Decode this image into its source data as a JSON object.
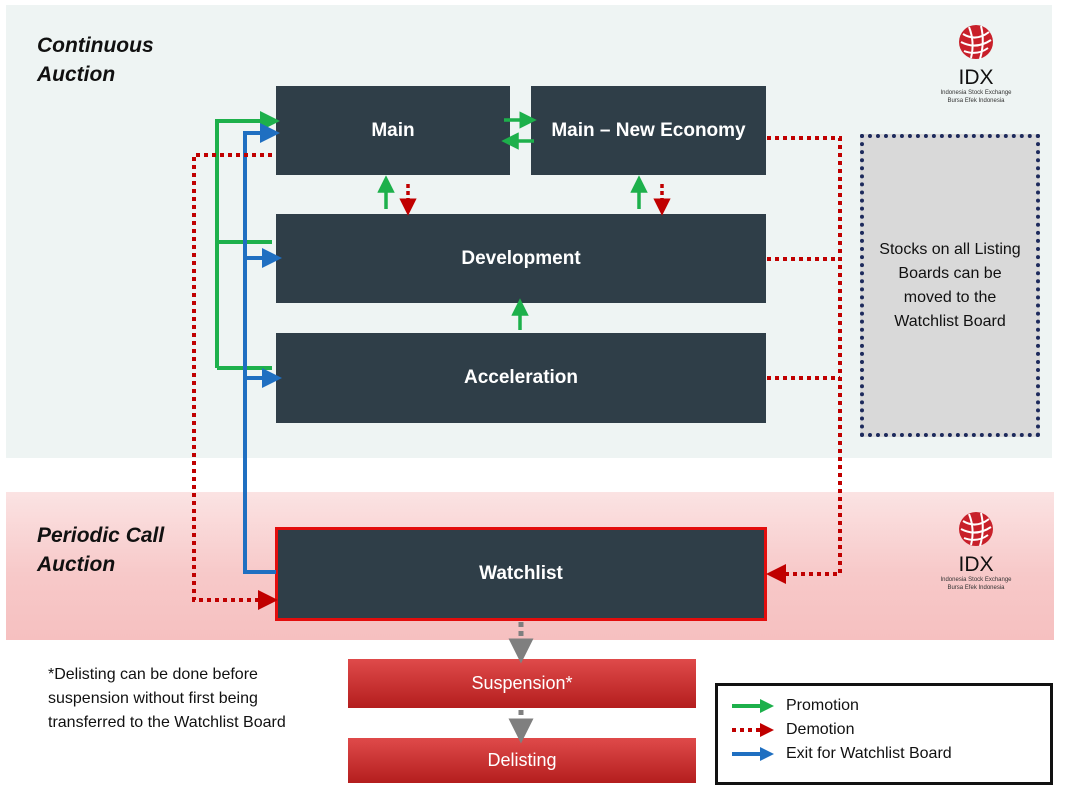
{
  "zones": {
    "continuous_auction": "Continuous\nAuction",
    "periodic_call_auction": "Periodic Call\nAuction"
  },
  "boards": {
    "main": "Main",
    "main_new_economy": "Main – New Economy",
    "development": "Development",
    "acceleration": "Acceleration",
    "watchlist": "Watchlist"
  },
  "stages": {
    "suspension": "Suspension*",
    "delisting": "Delisting"
  },
  "watchlist_note": "Stocks on all Listing Boards can be moved to the Watchlist Board",
  "footnote": "*Delisting can be done before suspension without first being transferred to the Watchlist Board",
  "legend": {
    "promotion": "Promotion",
    "demotion": "Demotion",
    "exit": "Exit for Watchlist Board"
  },
  "logo": {
    "name": "IDX",
    "line1": "Indonesia Stock Exchange",
    "line2": "Bursa Efek Indonesia"
  },
  "colors": {
    "promotion": "#1db04b",
    "demotion": "#c00000",
    "exit": "#1f6fc1",
    "board": "#2f3e48",
    "watchlist_border": "#e30d0d"
  }
}
